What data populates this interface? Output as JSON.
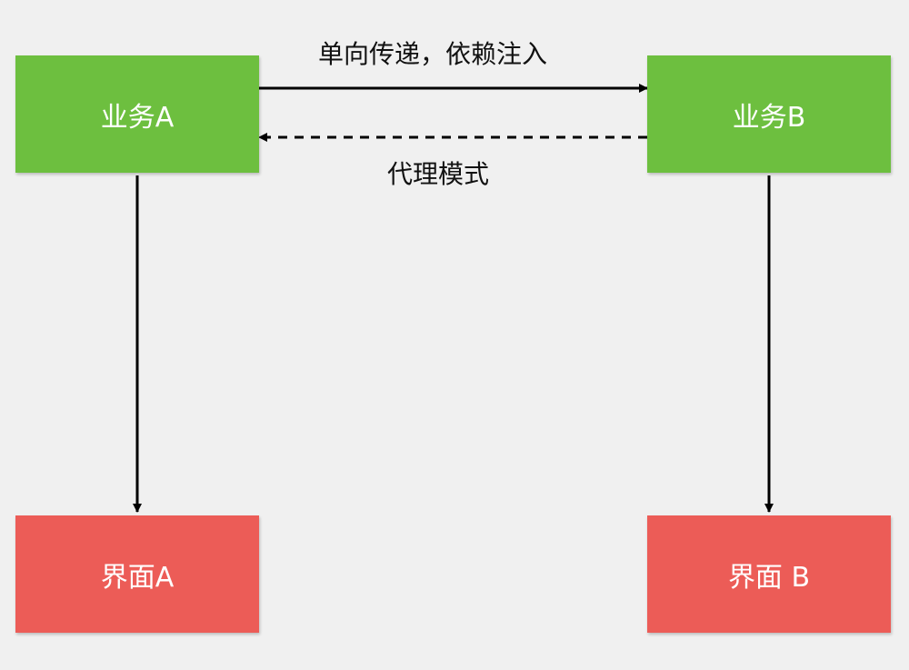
{
  "nodes": {
    "business_a": "业务A",
    "business_b": "业务B",
    "ui_a": "界面A",
    "ui_b": "界面 B"
  },
  "edges": {
    "dependency_injection": "单向传递，依赖注入",
    "proxy_pattern": "代理模式"
  },
  "colors": {
    "business_box": "#6dbf3f",
    "ui_box": "#ec5c57",
    "background": "#f0f0f0",
    "arrow": "#000000"
  }
}
